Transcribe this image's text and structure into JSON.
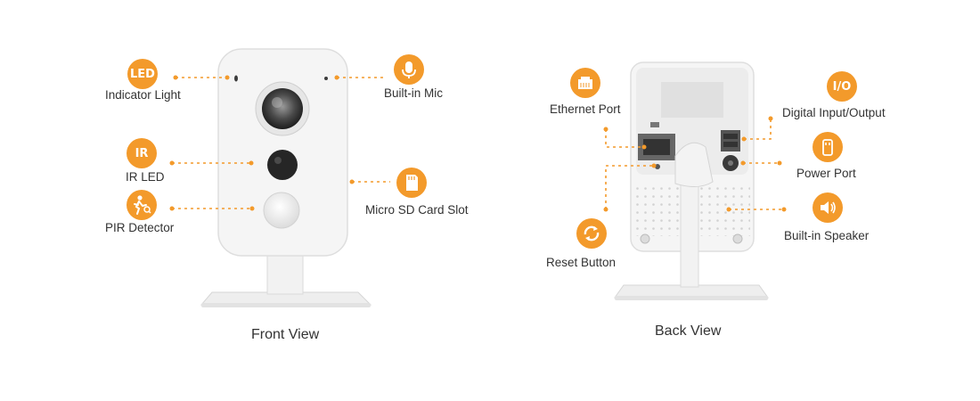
{
  "front": {
    "view_label": "Front View",
    "callouts": {
      "led": {
        "badge": "LED",
        "label": "Indicator Light"
      },
      "mic": {
        "label": "Built-in Mic"
      },
      "ir": {
        "badge": "IR",
        "label": "IR LED"
      },
      "pir": {
        "label": "PIR Detector"
      },
      "sd": {
        "label": "Micro SD Card Slot"
      }
    }
  },
  "back": {
    "view_label": "Back View",
    "callouts": {
      "ethernet": {
        "label": "Ethernet Port"
      },
      "reset": {
        "label": "Reset Button"
      },
      "io": {
        "badge": "I/O",
        "label": "Digital Input/Output"
      },
      "power": {
        "label": "Power Port"
      },
      "speaker": {
        "label": "Built-in Speaker"
      }
    }
  },
  "colors": {
    "accent": "#f39a2b",
    "body": "#f4f4f4",
    "outline": "#dcdcdc"
  },
  "icons": [
    "mic-icon",
    "sd-card-icon",
    "pir-runner-icon",
    "ethernet-icon",
    "reset-icon",
    "power-plug-icon",
    "speaker-icon"
  ]
}
